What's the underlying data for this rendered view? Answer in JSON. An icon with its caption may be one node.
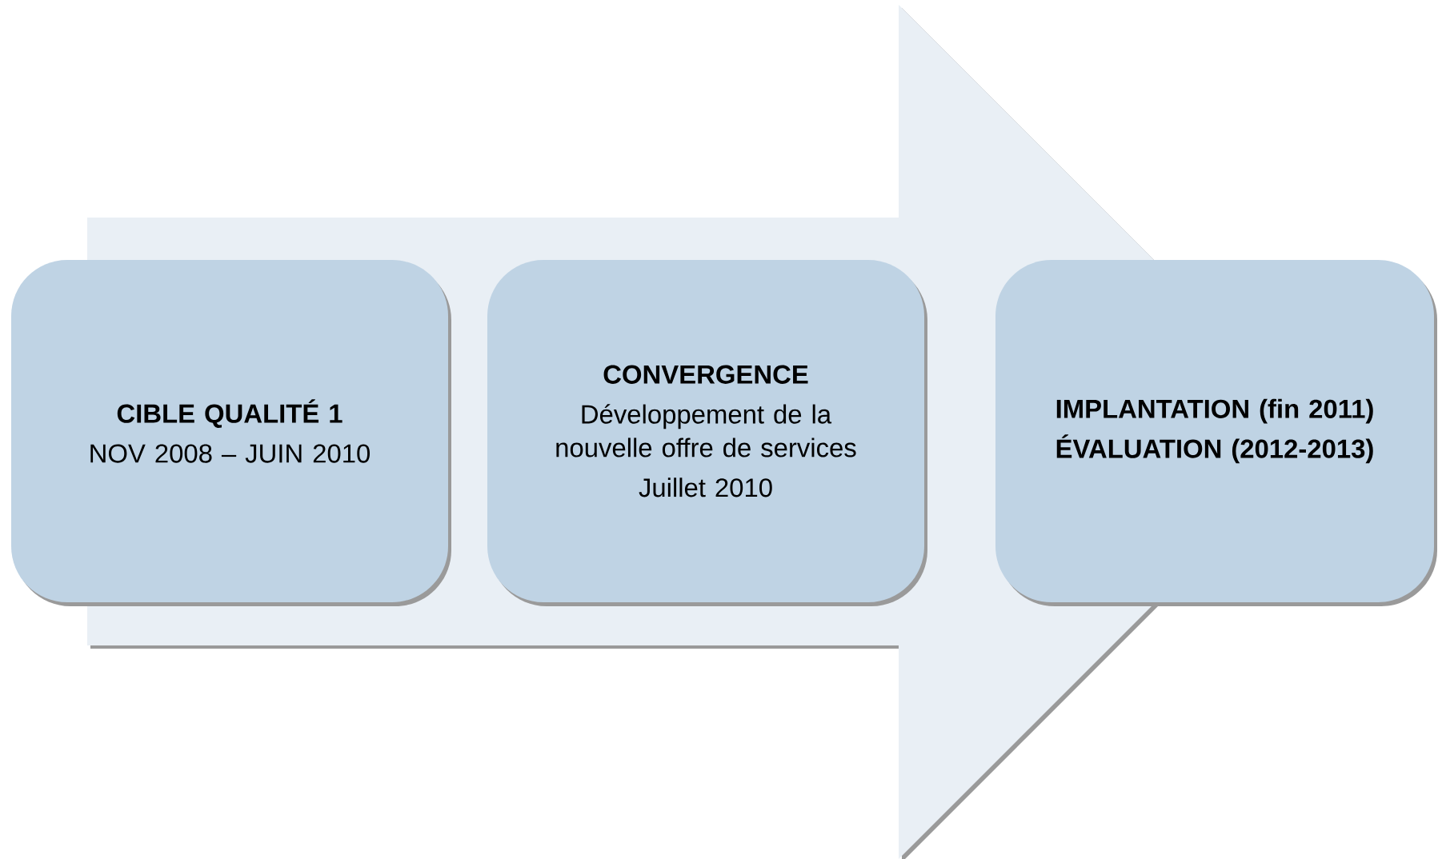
{
  "diagram": {
    "nodes": [
      {
        "text": [
          "CIBLE QUALITÉ 1",
          "NOV 2008 – JUIN 2010"
        ]
      },
      {
        "text": [
          "CONVERGENCE",
          "Développement de la nouvelle offre de services",
          "Juillet 2010"
        ]
      },
      {
        "text": [
          "IMPLANTATION (fin 2011)",
          "ÉVALUATION (2012-2013)"
        ]
      }
    ],
    "edges": [
      {
        "from": 0,
        "to": 2,
        "arrow": "to"
      }
    ]
  }
}
